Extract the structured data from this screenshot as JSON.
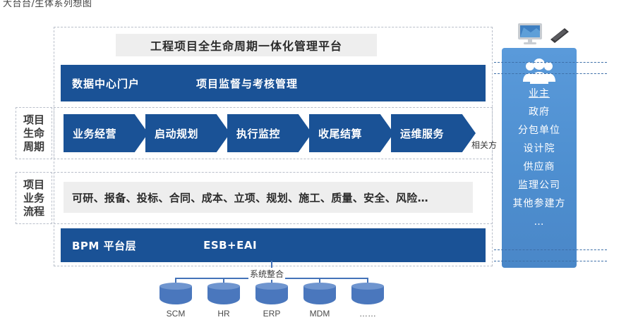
{
  "page": {
    "caption": "大台台/生体系列想图"
  },
  "platform": {
    "title": "工程项目全生命周期一体化管理平台",
    "portal_band": {
      "left_label": "数据中心门户",
      "right_label": "项目监督与考核管理"
    },
    "bpm_band": {
      "left_label": "BPM  平台层",
      "right_label": "ESB+EAI"
    }
  },
  "lifecycle": {
    "side_label_lines": [
      "项目",
      "生命",
      "周期"
    ],
    "stages": [
      {
        "label": "业务经营"
      },
      {
        "label": "启动规划"
      },
      {
        "label": "执行监控"
      },
      {
        "label": "收尾结算"
      },
      {
        "label": "运维服务"
      }
    ]
  },
  "business_process": {
    "side_label_lines": [
      "项目",
      "业务",
      "流程"
    ],
    "items_text": "可研、报备、投标、合同、成本、立项、规划、施工、质量、安全、风险…"
  },
  "stakeholders": {
    "connector_label": "相关方",
    "device_icons": [
      "monitor-icon",
      "smartphone-icon"
    ],
    "group_icon": "people-group-icon",
    "items": [
      "业主",
      "政府",
      "分包单位",
      "设计院",
      "供应商",
      "监理公司",
      "其他参建方",
      "…"
    ]
  },
  "system_integration": {
    "label": "系统整合",
    "databases": [
      {
        "name": "SCM"
      },
      {
        "name": "HR"
      },
      {
        "name": "ERP"
      },
      {
        "name": "MDM"
      },
      {
        "name": "……"
      }
    ]
  },
  "colors": {
    "dark_blue": "#1a5296",
    "panel_blue": "#4e8fd0",
    "db_blue": "#4a77bd",
    "gray_box": "#eeeeee",
    "dash_border": "#b9bfca"
  }
}
